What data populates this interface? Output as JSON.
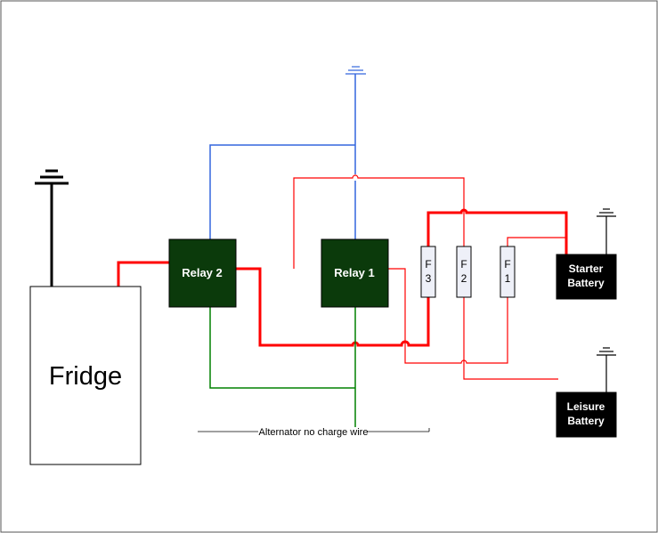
{
  "fridge": {
    "label": "Fridge"
  },
  "relay2": {
    "label": "Relay 2"
  },
  "relay1": {
    "label": "Relay 1"
  },
  "fuses": [
    {
      "id": "f3",
      "chars": [
        "F",
        "3"
      ]
    },
    {
      "id": "f2",
      "chars": [
        "F",
        "2"
      ]
    },
    {
      "id": "f1",
      "chars": [
        "F",
        "1"
      ]
    }
  ],
  "starter_battery": {
    "line1": "Starter",
    "line2": "Battery"
  },
  "leisure_battery": {
    "line1": "Leisure",
    "line2": "Battery"
  },
  "alternator_label": "Alternator no charge wire",
  "colors": {
    "relay_fill": "#0b3a0b",
    "battery_fill": "#000000",
    "fuse_fill": "#eef0f8",
    "wire_red": "#ff0000",
    "wire_blue": "#3366dd",
    "wire_green": "#008000",
    "wire_black": "#000000"
  }
}
